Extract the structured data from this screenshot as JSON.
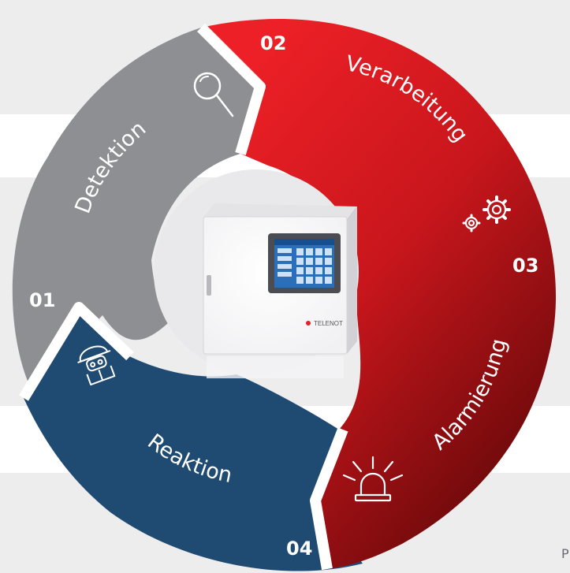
{
  "segments": [
    {
      "number": "01",
      "label": "Detektion",
      "icon": "magnifier-icon",
      "color": "#8e8f93"
    },
    {
      "number": "02",
      "label": "Verarbeitung",
      "icon": "gears-icon",
      "color": "#e3202a"
    },
    {
      "number": "03",
      "label": "Alarmierung",
      "icon": "siren-icon",
      "color": "#6e0d0d"
    },
    {
      "number": "04",
      "label": "Reaktion",
      "icon": "firefighter-icon",
      "color": "#1f4b73"
    }
  ],
  "device": {
    "brand": "TELENOT",
    "description": "fire-alarm control panel with touchscreen"
  },
  "edge_caption": "P",
  "colors": {
    "gray": "#8e8f93",
    "red_light": "#ee2027",
    "red_dark": "#5a0808",
    "blue": "#1f4b73",
    "background": "#ededee"
  }
}
